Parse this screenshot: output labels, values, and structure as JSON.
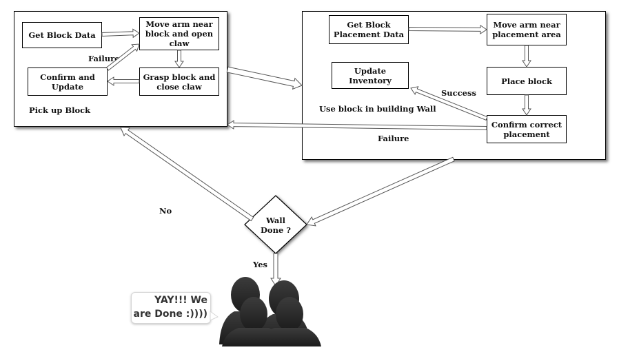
{
  "panels": {
    "pickup": {
      "title": "Pick up Block",
      "get_data": "Get Block Data",
      "move_arm": "Move arm near block and open claw",
      "grasp": "Grasp block and close claw",
      "confirm": "Confirm and Update",
      "failure": "Failure"
    },
    "place": {
      "title": "Use block in building Wall",
      "get_data": "Get Block Placement Data",
      "move_arm": "Move arm near placement area",
      "place": "Place block",
      "confirm": "Confirm correct placement",
      "update": "Update Inventory",
      "success": "Success"
    }
  },
  "edges": {
    "failure": "Failure",
    "no": "No",
    "yes": "Yes"
  },
  "decision": {
    "line1": "Wall",
    "line2": "Done ?"
  },
  "bubble": {
    "line1": "YAY!!! We",
    "line2": "are Done :))))"
  }
}
